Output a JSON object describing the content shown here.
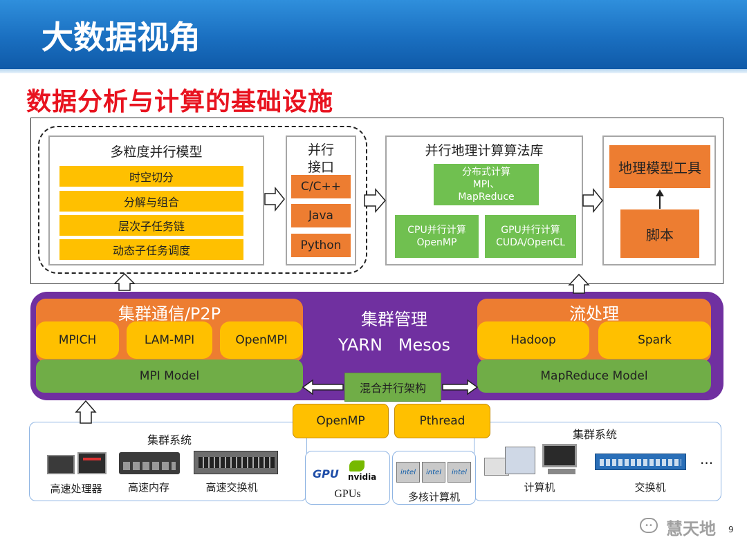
{
  "header": {
    "title": "大数据视角"
  },
  "subtitle": "数据分析与计算的基础设施",
  "top": {
    "model": {
      "title": "多粒度并行模型",
      "items": [
        "时空切分",
        "分解与组合",
        "层次子任务链",
        "动态子任务调度"
      ]
    },
    "interface": {
      "title_line1": "并行",
      "title_line2": "接口",
      "items": [
        "C/C++",
        "Java",
        "Python"
      ]
    },
    "library": {
      "title": "并行地理计算算法库",
      "distributed_line1": "分布式计算",
      "distributed_line2": "MPI、",
      "distributed_line3": "MapReduce",
      "cpu_line1": "CPU并行计算",
      "cpu_line2": "OpenMP",
      "gpu_line1": "GPU并行计算",
      "gpu_line2": "CUDA/OpenCL"
    },
    "tools": {
      "title": "地理模型工具",
      "script": "脚本"
    }
  },
  "middle": {
    "comm": {
      "title": "集群通信/P2P",
      "items": [
        "MPICH",
        "LAM-MPI",
        "OpenMPI"
      ],
      "model": "MPI Model"
    },
    "mgmt": {
      "title": "集群管理",
      "tools": "YARN   Mesos"
    },
    "stream": {
      "title": "流处理",
      "items": [
        "Hadoop",
        "Spark"
      ],
      "model": "MapReduce Model"
    },
    "hybrid": "混合并行架构"
  },
  "bottom": {
    "openmp": "OpenMP",
    "pthread": "Pthread",
    "cluster_left": {
      "title": "集群系统",
      "items": [
        "高速处理器",
        "高速内存",
        "高速交换机"
      ]
    },
    "gpus": {
      "label": "GPUs",
      "logo_gpu": "GPU",
      "logo_nvidia": "nvidia"
    },
    "multicore": {
      "label": "多核计算机",
      "chip": "intel"
    },
    "cluster_right": {
      "title": "集群系统",
      "items": [
        "计算机",
        "交换机"
      ],
      "more": "..."
    }
  },
  "footer": {
    "watermark": "慧天地",
    "page": "9"
  },
  "colors": {
    "banner": "#1a6fc0",
    "title_red": "#e8131f",
    "purple": "#7030a0",
    "orange": "#ed7d31",
    "yellow": "#ffc000",
    "green": "#70ad47"
  }
}
